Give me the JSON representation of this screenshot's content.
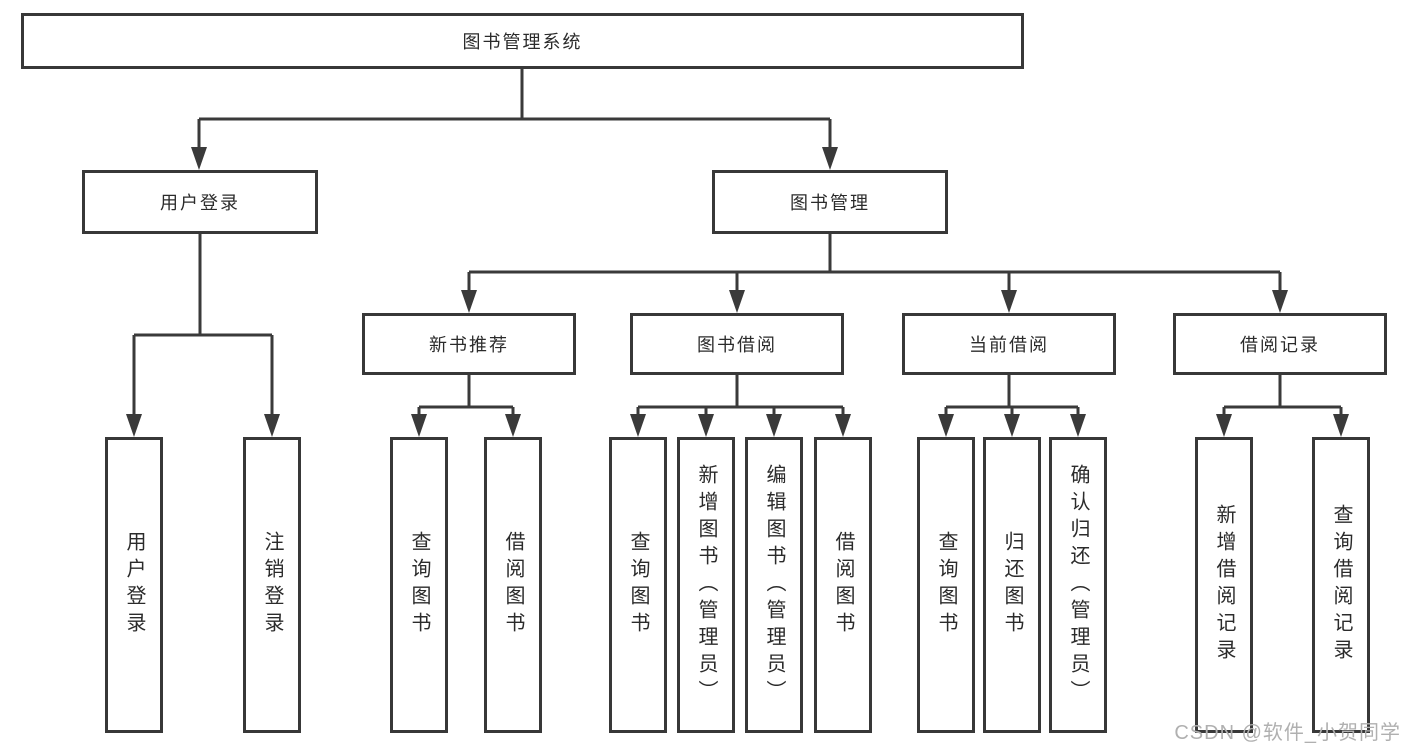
{
  "diagram": {
    "tree": {
      "root": {
        "label": "图书管理系统"
      },
      "branches": [
        {
          "label": "用户登录",
          "children": [
            {
              "label": "用户登录"
            },
            {
              "label": "注销登录"
            }
          ]
        },
        {
          "label": "图书管理",
          "children": [
            {
              "label": "新书推荐",
              "children": [
                {
                  "label": "查询图书"
                },
                {
                  "label": "借阅图书"
                }
              ]
            },
            {
              "label": "图书借阅",
              "children": [
                {
                  "label": "查询图书"
                },
                {
                  "label": "新增图书（管理员）"
                },
                {
                  "label": "编辑图书（管理员）"
                },
                {
                  "label": "借阅图书"
                }
              ]
            },
            {
              "label": "当前借阅",
              "children": [
                {
                  "label": "查询图书"
                },
                {
                  "label": "归还图书"
                },
                {
                  "label": "确认归还（管理员）"
                }
              ]
            },
            {
              "label": "借阅记录",
              "children": [
                {
                  "label": "新增借阅记录"
                },
                {
                  "label": "查询借阅记录"
                }
              ]
            }
          ]
        }
      ]
    },
    "watermark": "CSDN @软件_小贺同学",
    "colors": {
      "line": "#3a3a3a",
      "border": "#383838",
      "text": "#2b2b2b",
      "watermark": "#b0b0b0",
      "background": "#ffffff"
    }
  }
}
